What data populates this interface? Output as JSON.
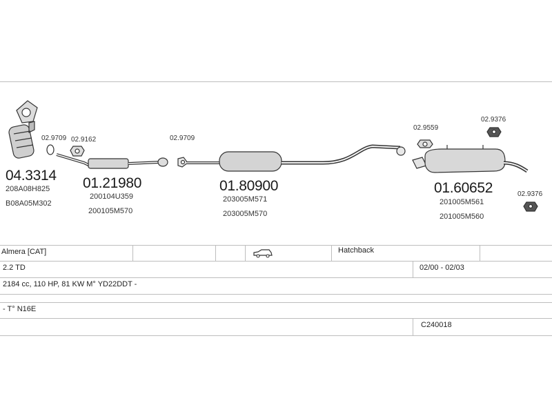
{
  "parts": {
    "catalyst": {
      "number": "04.3314",
      "refs": [
        "208A08H825",
        "B08A05M302"
      ]
    },
    "front_pipe": {
      "number": "01.21980",
      "refs": [
        "200104U359",
        "200105M570"
      ]
    },
    "middle_silencer": {
      "number": "01.80900",
      "refs": [
        "203005M571",
        "203005M570"
      ]
    },
    "rear_silencer": {
      "number": "01.60652",
      "refs": [
        "201005M561",
        "201005M560"
      ]
    }
  },
  "fittings": {
    "gasket_a": "02.9709",
    "clamp_a": "02.9162",
    "gasket_b": "02.9709",
    "gasket_c": "02.9559",
    "mount_a": "02.9376",
    "mount_b": "02.9376"
  },
  "vehicle": {
    "model": "Almera  [CAT]",
    "body": "Hatchback",
    "engine": "2.2 TD",
    "years": "02/00 - 02/03",
    "spec": "2184 cc, 110 HP, 81 KW M° YD22DDT -",
    "code": "- T° N16E",
    "ref": "C240018"
  },
  "icons": {
    "body_type": "car-hatchback-icon"
  },
  "colors": {
    "rule": "#bdbdbd",
    "ink": "#333333"
  }
}
